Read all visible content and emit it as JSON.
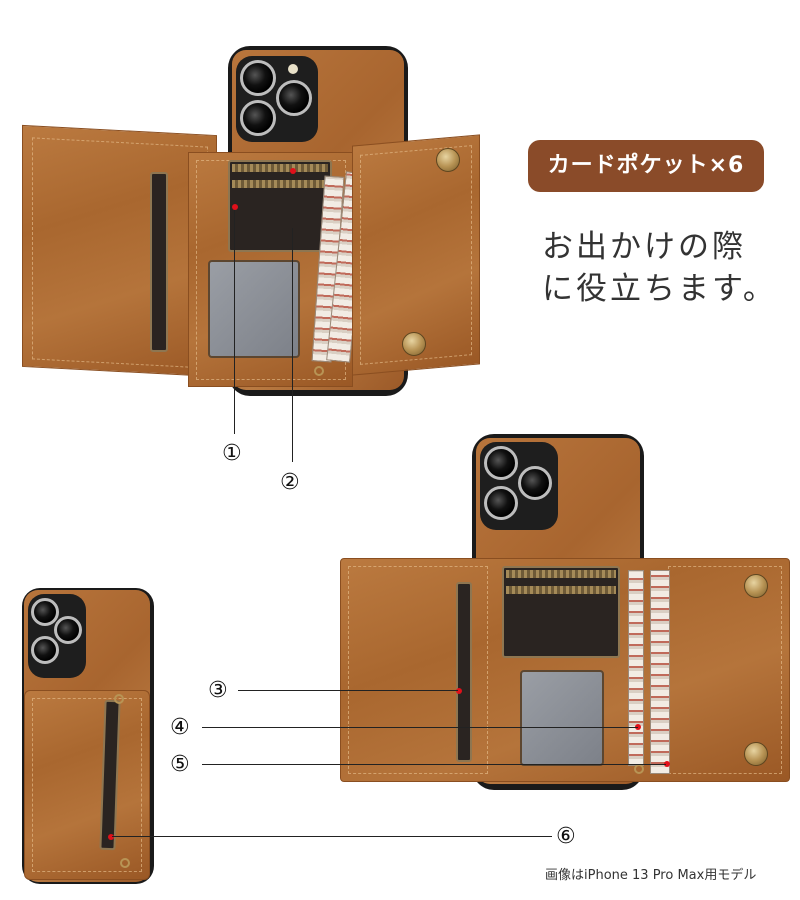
{
  "header": {
    "badge_label": "カードポケット×6",
    "tagline_line1": "お出かけの際",
    "tagline_line2": "に役立ちます。"
  },
  "callouts": {
    "n1": "①",
    "n2": "②",
    "n3": "③",
    "n4": "④",
    "n5": "⑤",
    "n6": "⑥"
  },
  "footer": {
    "caption": "画像はiPhone 13 Pro Max用モデル"
  },
  "colors": {
    "badge": "#8a4b29",
    "leather": "#a9672f",
    "callout_dot": "#e0101a"
  }
}
